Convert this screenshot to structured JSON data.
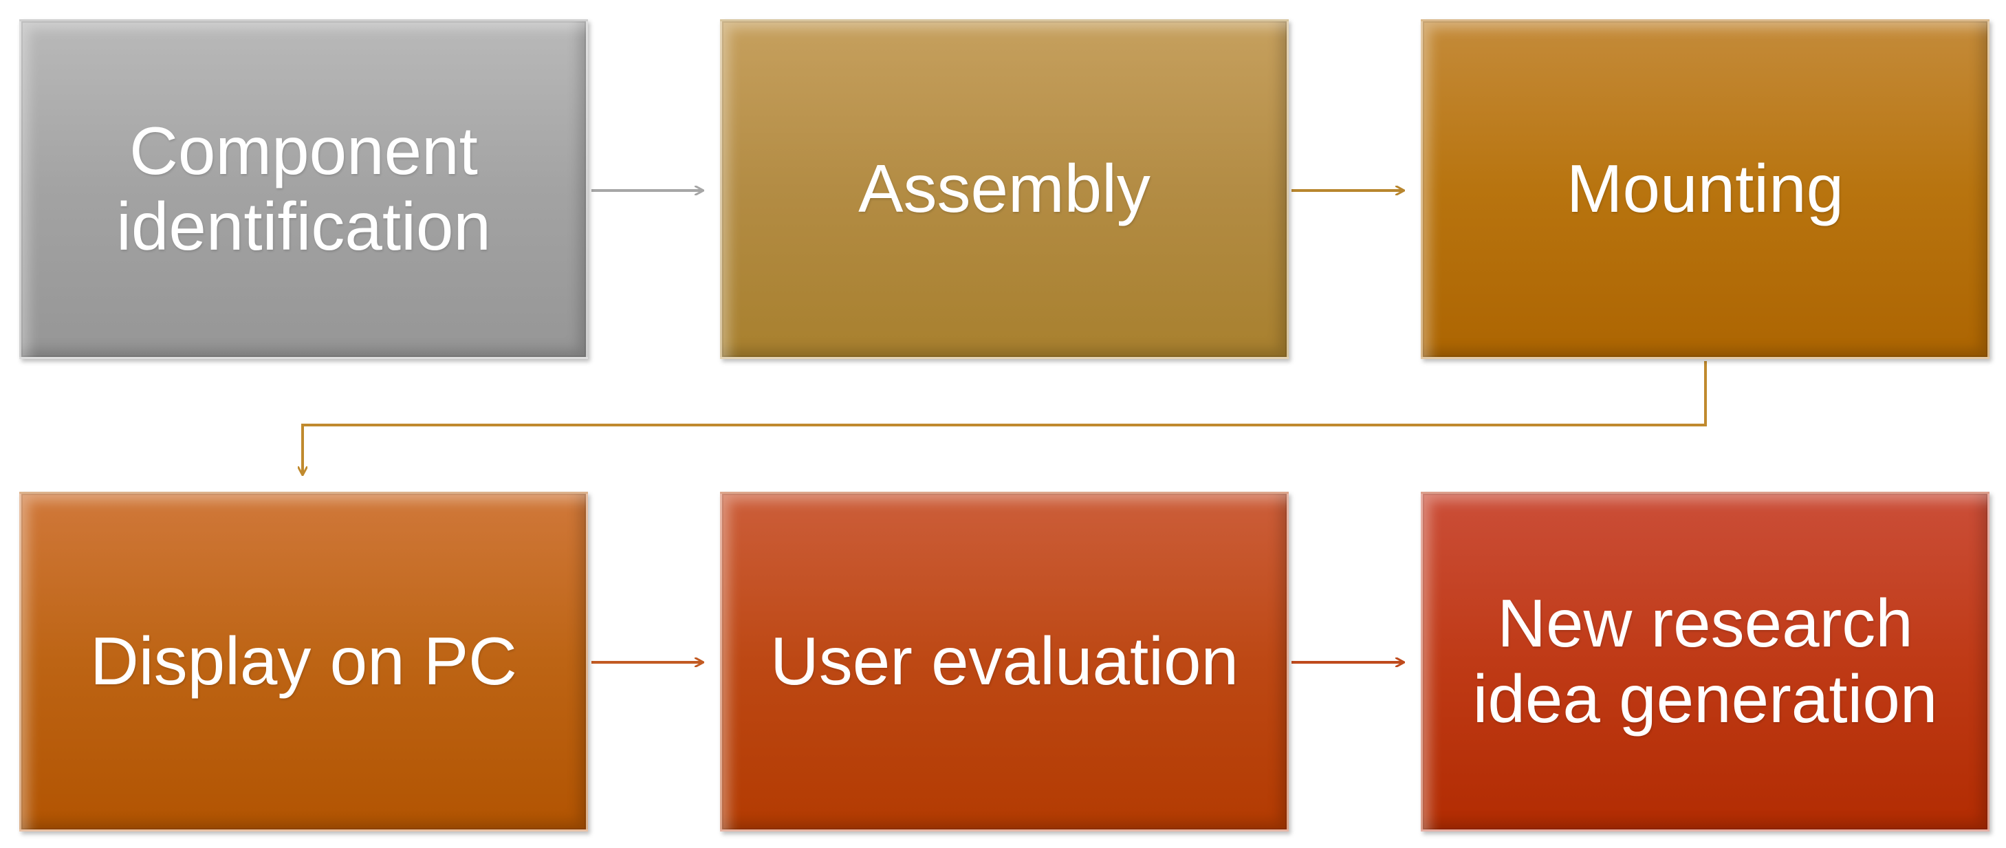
{
  "steps": [
    {
      "label": "Component\nidentification"
    },
    {
      "label": "Assembly"
    },
    {
      "label": "Mounting"
    },
    {
      "label": "Display on PC"
    },
    {
      "label": "User evaluation"
    },
    {
      "label": "New research\nidea generation"
    }
  ],
  "colors": {
    "arrow_1": "#a6a6a6",
    "arrow_2": "#b8862e",
    "arrow_3": "#c08a2e",
    "arrow_4": "#c25a22",
    "arrow_5": "#bf4a1c"
  }
}
